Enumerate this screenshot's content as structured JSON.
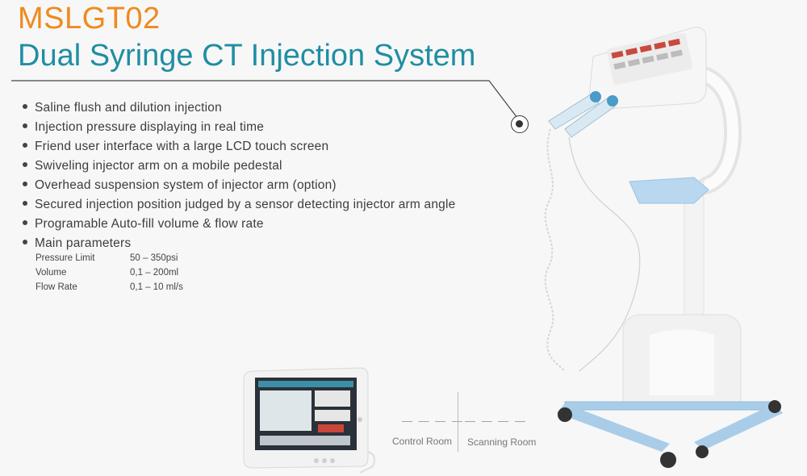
{
  "header": {
    "model": "MSLGT02",
    "title": "Dual Syringe CT Injection System"
  },
  "features": [
    "Saline flush and dilution injection",
    "Injection pressure displaying in real time",
    "Friend user interface with a large LCD touch screen",
    "Swiveling injector arm on a mobile pedestal",
    "Overhead  suspension system of injector arm (option)",
    "Secured injection position judged  by a sensor detecting injector arm angle",
    "Programable Auto-fill volume & flow rate",
    "Main parameters"
  ],
  "parameters": [
    {
      "name": "Pressure Limit",
      "value": "50 – 350psi"
    },
    {
      "name": "Volume",
      "value": "0,1 – 200ml"
    },
    {
      "name": "Flow Rate",
      "value": "0,1 – 10 ml/s"
    }
  ],
  "rooms": {
    "control": "Control Room",
    "scanning": "Scanning Room",
    "dash_left": "— — — —",
    "dash_right": "— — — —"
  },
  "colors": {
    "model": "#ef8a1e",
    "title": "#1f8ea3",
    "base": "#a9cde8"
  }
}
